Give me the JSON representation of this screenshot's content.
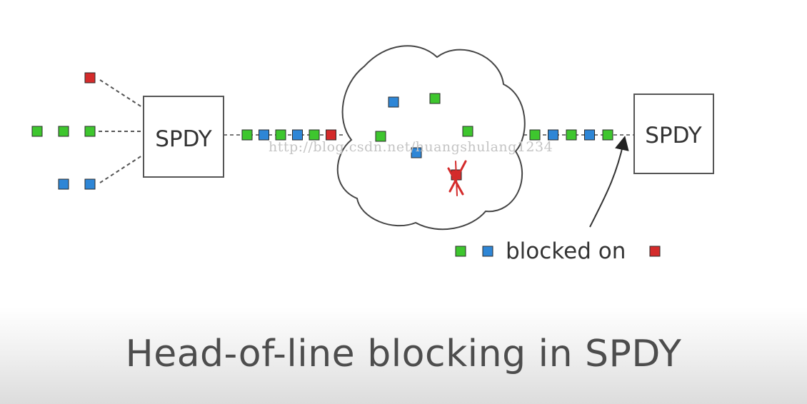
{
  "boxes": {
    "left_label": "SPDY",
    "right_label": "SPDY"
  },
  "legend": {
    "text": "blocked on"
  },
  "caption": {
    "text": "Head-of-line blocking in SPDY"
  },
  "watermark": {
    "text": "http://blog.csdn.net/huangshulang1234"
  },
  "colors": {
    "green": "#3ec62e",
    "blue": "#2e86d6",
    "red": "#d42b2b",
    "packet_border": "#2a2a2a",
    "line": "#555555"
  },
  "packets": {
    "left_streams": [
      [
        "red"
      ],
      [
        "green",
        "green",
        "green"
      ],
      [
        "blue",
        "blue"
      ]
    ],
    "wire_in": [
      "green",
      "blue",
      "green",
      "blue",
      "green",
      "red"
    ],
    "cloud": [
      "blue",
      "green",
      "green",
      "green",
      "blue"
    ],
    "lost_packet": "red",
    "wire_out": [
      "green",
      "blue",
      "green",
      "blue",
      "green"
    ],
    "legend_blocked": [
      "green",
      "blue"
    ],
    "legend_blocker": "red"
  }
}
